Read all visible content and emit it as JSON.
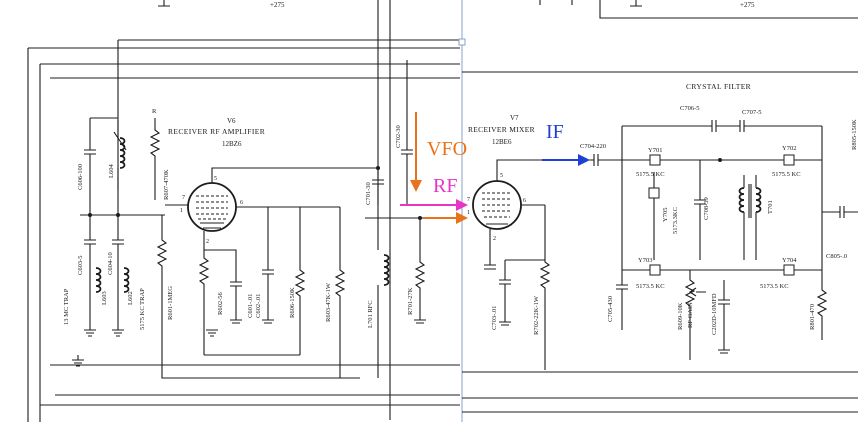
{
  "colors": {
    "ink": "#1c1c1c",
    "vfo": "#e8731c",
    "rf": "#e934c8",
    "if": "#1f3fd6",
    "paper_left": "#ffffff",
    "paper_right": "#ffffff",
    "seam": "#8aa2c8"
  },
  "annotations": {
    "vfo": "VFO",
    "rf": "RF",
    "if": "IF"
  },
  "left_sheet": {
    "top_label": "+275",
    "stage_id": "V6",
    "stage_name": "RECEIVER RF AMPLIFIER",
    "tube": "12BZ6",
    "components": {
      "c606": "C606-100",
      "l604": "L604",
      "r607": "R607-470K",
      "r_top": "R",
      "c603": "C603-5",
      "c604": "C604-10",
      "l603": "L603",
      "l602": "L602",
      "trap1": "13 MC TRAP",
      "trap2": "5175 KC TRAP",
      "r601": "R601-1MEG",
      "r602": "R602-56",
      "c601": "C601-.01",
      "c602": "C602-.01",
      "r606": "R606-150K",
      "r603": "R603-47K-1W",
      "c702": "C702-30",
      "c701": "C701-30",
      "l701": "L701 RFC",
      "r701": "R701-27K"
    },
    "pins": [
      "7",
      "5",
      "1",
      "6",
      "2"
    ]
  },
  "right_sheet": {
    "top_label": "+275",
    "stage_id": "V7",
    "stage_name": "RECEIVER MIXER",
    "tube": "12BE6",
    "filter_title": "CRYSTAL FILTER",
    "components": {
      "c704": "C704-220",
      "c706": "C706-5",
      "c707": "C707-5",
      "y701": "Y701",
      "y701_freq": "5175.5 KC",
      "y702": "Y702",
      "y702_freq": "5175.5 KC",
      "y705": "Y705",
      "y705_freq": "5173.3KC",
      "c708": "C708-39",
      "t701": "T701",
      "y703": "Y703",
      "y703_freq": "5173.5 KC",
      "y704": "Y704",
      "y704_freq": "5173.5 KC",
      "c703": "C703-.01",
      "r702": "R702-22K-1W",
      "c705": "C705-430",
      "r609": "R609-10K",
      "rf_gain": "RF GAIN",
      "c202d": "C202D-10MFD",
      "r801": "R801-470",
      "c805": "C805-.0",
      "r_edge": "R805-150K"
    },
    "pins": [
      "7",
      "1",
      "5",
      "6",
      "2"
    ]
  }
}
